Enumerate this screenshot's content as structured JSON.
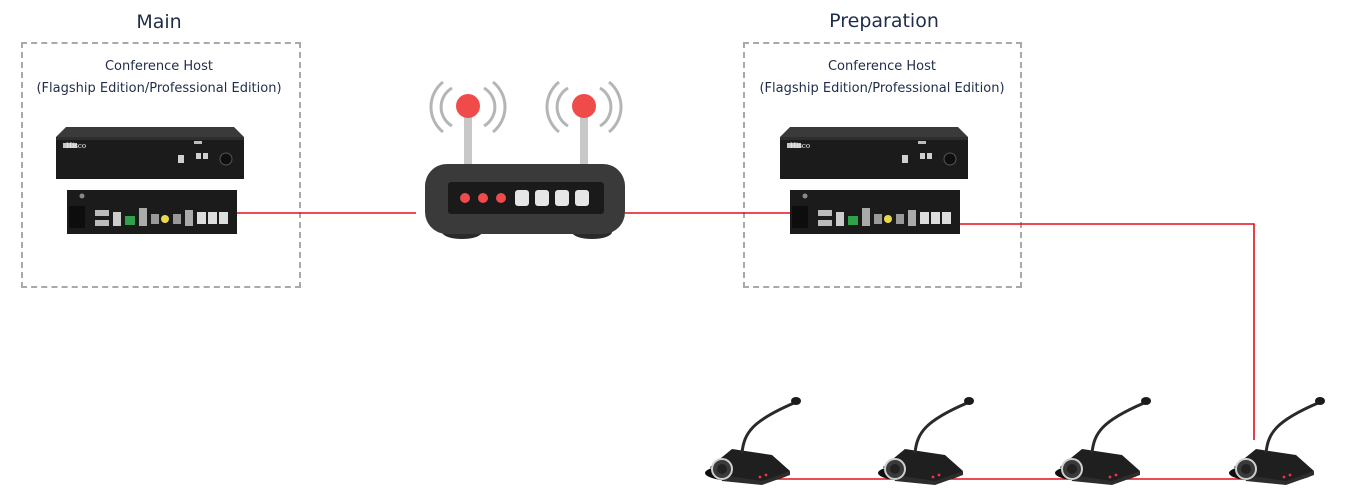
{
  "sections": {
    "main": {
      "title": "Main",
      "device_line1": "Conference Host",
      "device_line2": "(Flagship Edition/Professional Edition)",
      "brand": "Hisco"
    },
    "preparation": {
      "title": "Preparation",
      "device_line1": "Conference Host",
      "device_line2": "(Flagship Edition/Professional Edition)",
      "brand": "Hisco"
    }
  },
  "microphone_count": 4,
  "colors": {
    "cable": "#e3101a",
    "led": "#ef4b4b",
    "device": "#1b1b1b",
    "router": "#3a3a3a",
    "panel_border": "#a9a9a9",
    "text": "#1f2d4a"
  },
  "icons": [
    "conference-host-front-icon",
    "conference-host-rear-icon",
    "router-icon",
    "gooseneck-microphone-icon"
  ]
}
